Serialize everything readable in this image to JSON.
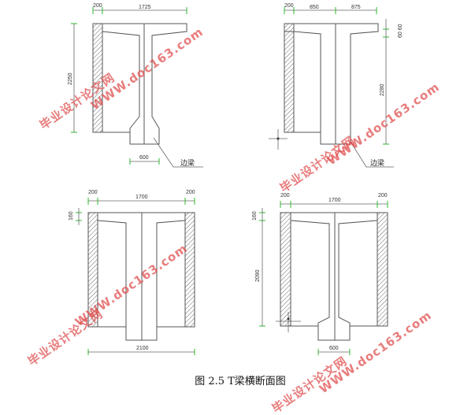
{
  "panel1": {
    "dims": {
      "top_wall": "200",
      "top_flange": "1725",
      "height": "2250",
      "bottom": "600"
    },
    "label": "边梁"
  },
  "panel2": {
    "dims": {
      "top_wall": "200",
      "top_left": "850",
      "top_right": "875",
      "flange": "60 60",
      "height": "2280"
    },
    "label": "边梁"
  },
  "panel3": {
    "dims": {
      "left_wall": "200",
      "top": "1700",
      "right_wall": "200",
      "flange": "160",
      "bottom": "2100"
    }
  },
  "panel4": {
    "dims": {
      "left_wall": "200",
      "top": "1700",
      "right_wall": "200",
      "flange": "160",
      "height": "2090",
      "bottom": "600"
    }
  },
  "caption": "图 2.5 T梁横断面图",
  "watermark": {
    "cn": "毕业设计论文网",
    "url": "WWW.doc163.com",
    "color": "#e05050"
  }
}
